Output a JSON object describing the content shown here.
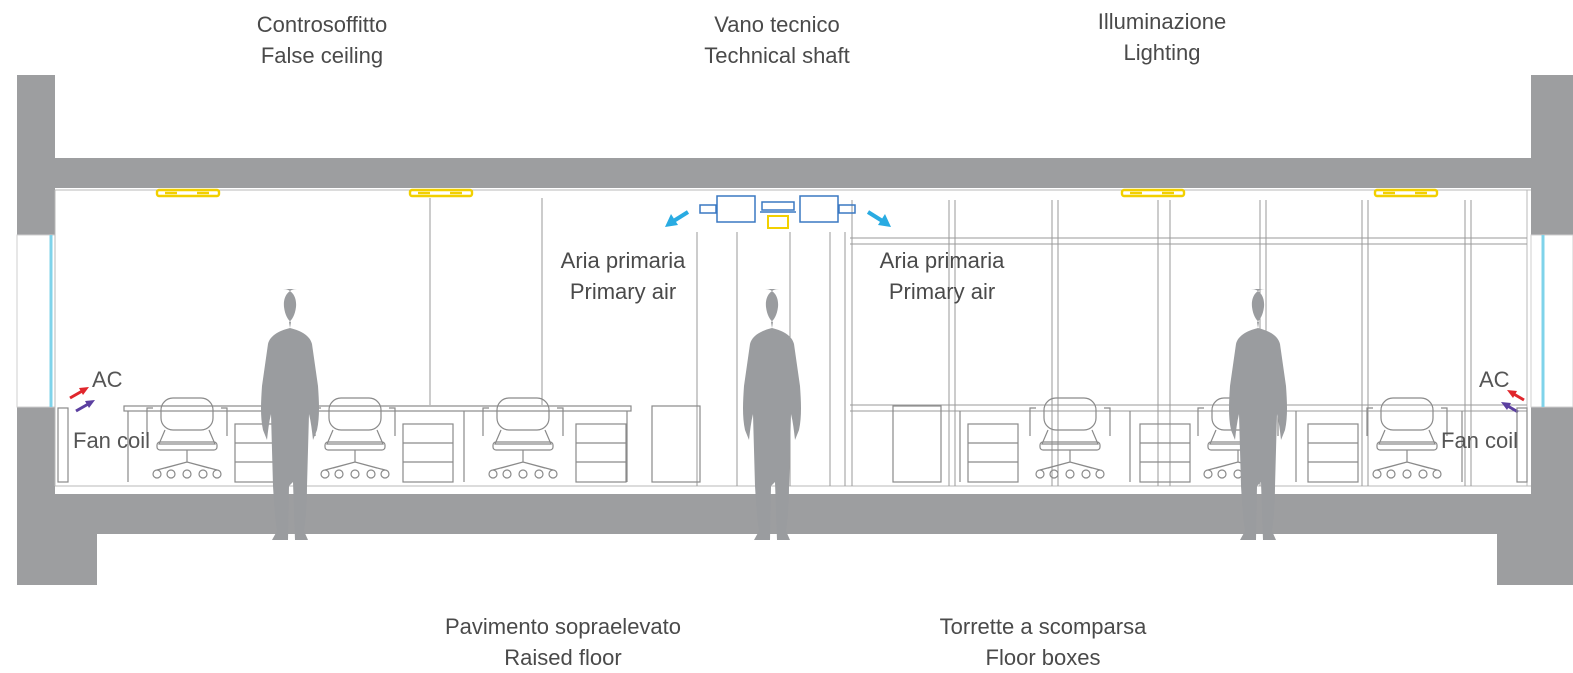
{
  "labels": {
    "false_ceiling": {
      "it": "Controsoffitto",
      "en": "False ceiling"
    },
    "technical_shaft": {
      "it": "Vano tecnico",
      "en": "Technical shaft"
    },
    "lighting": {
      "it": "Illuminazione",
      "en": "Lighting"
    },
    "primary_air_left": {
      "it": "Aria primaria",
      "en": "Primary air"
    },
    "primary_air_right": {
      "it": "Aria primaria",
      "en": "Primary air"
    },
    "ac_left": "AC",
    "ac_right": "AC",
    "fan_coil_left": "Fan coil",
    "fan_coil_right": "Fan coil",
    "raised_floor": {
      "it": "Pavimento sopraelevato",
      "en": "Raised floor"
    },
    "floor_boxes": {
      "it": "Torrette a scomparsa",
      "en": "Floor boxes"
    }
  },
  "colors": {
    "structure": "#9d9ea0",
    "person": "#9a9c9f",
    "furniture": "#8a8a8a",
    "lighting": "#f2d000",
    "duct": "#3a78c2",
    "air_arrow": "#29abe2",
    "ac_arrow": "#e0262c",
    "fan_arrow": "#5b3fa0",
    "window": "#7fd3ea"
  }
}
